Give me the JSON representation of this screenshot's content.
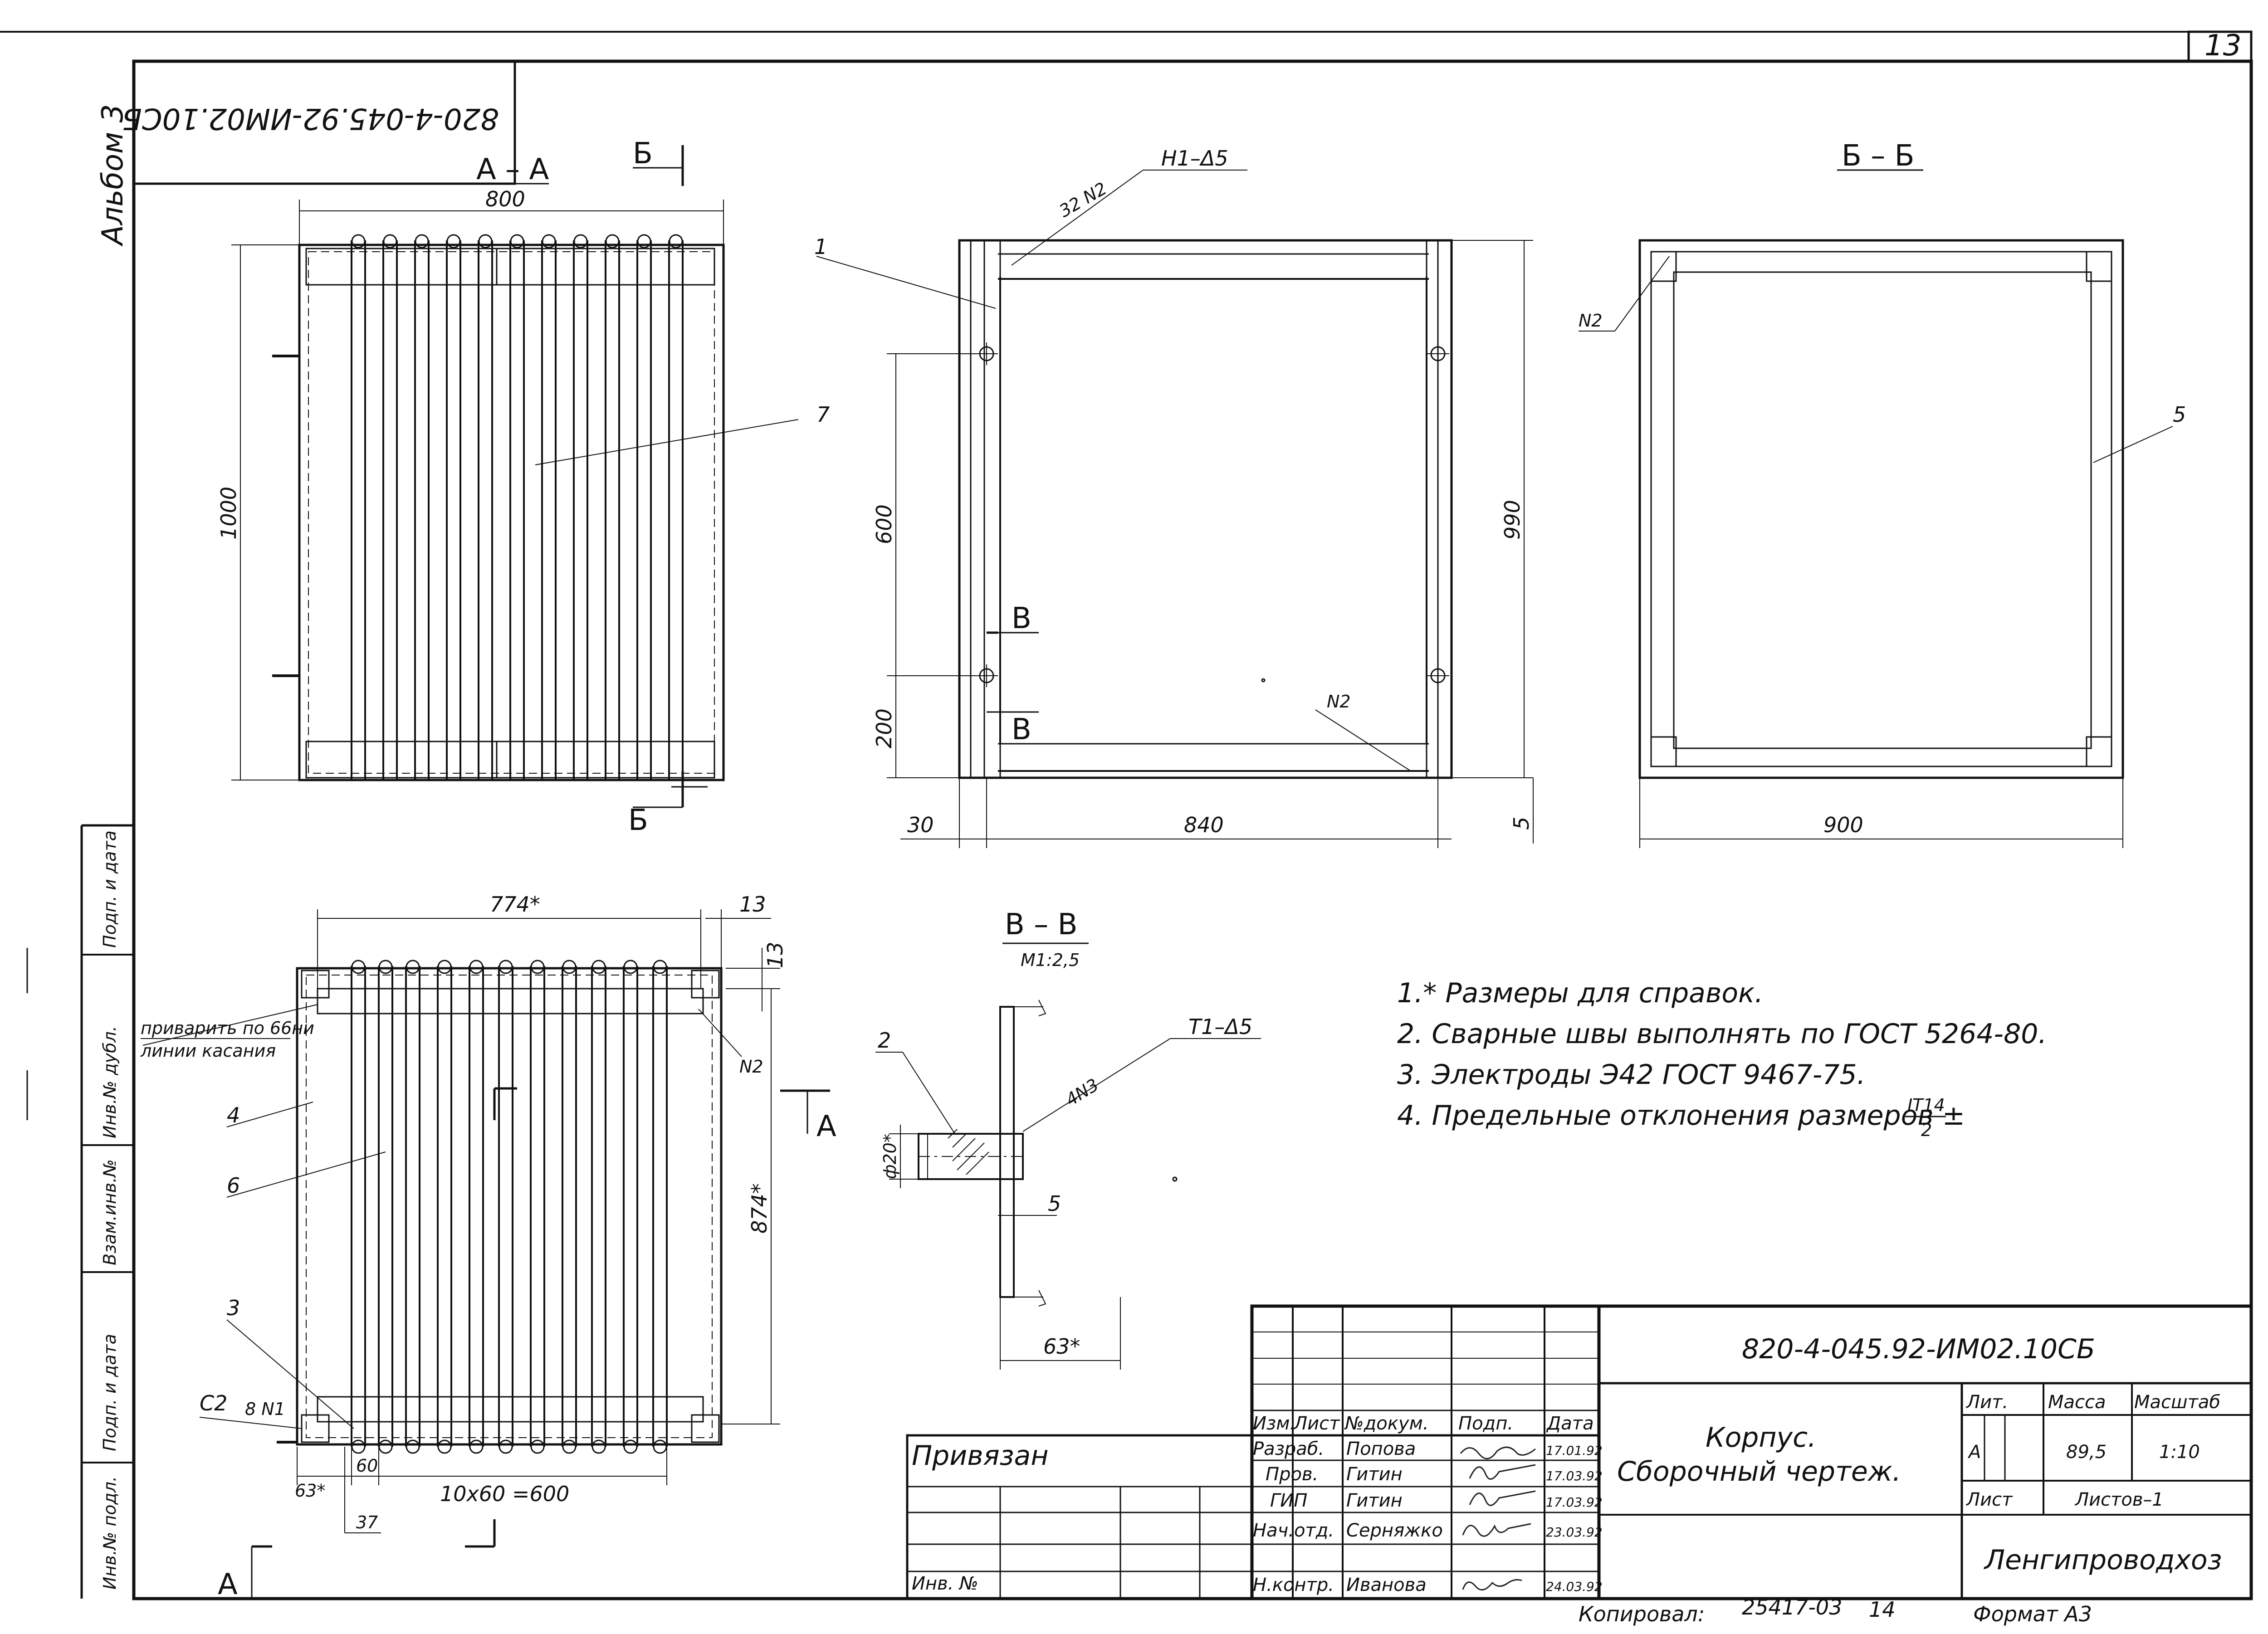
{
  "sheet": {
    "page_number": "13",
    "album": "Альбом 3",
    "stamp_code_rotated": "820-4-045.92-ИМ02.10СБ"
  },
  "side_stamp": [
    "Инв.№ подл.",
    "Подп. и дата",
    "Взам.инв.№",
    "Инв.№ дубл.",
    "Подп. и дата"
  ],
  "views": {
    "aa": {
      "title": "А – А",
      "cut_mark": "Б",
      "dim_width": "800",
      "dim_height": "1000",
      "leader_7": "7"
    },
    "front": {
      "leader_1": "1",
      "weld_top_left": "32 N2",
      "weld_top_right": "Н1–Δ5",
      "weld_bottom": "N2",
      "dim_600": "600",
      "dim_200": "200",
      "dim_990": "990",
      "dim_30": "30",
      "dim_840": "840",
      "dim_5": "5",
      "section_mark": "В"
    },
    "bb": {
      "title": "Б – Б",
      "weld": "N2",
      "leader_5": "5",
      "dim_900": "900"
    },
    "plan": {
      "dim_774": "774*",
      "dim_13a": "13",
      "dim_13b": "13",
      "weld_note_1": "приварить по 66ни",
      "weld_note_2": "линии касания",
      "weld_right": "N2",
      "leader_4": "4",
      "leader_6": "6",
      "leader_3": "3",
      "weld_c2": "С2",
      "weld_8n1": "8 N1",
      "dim_874": "874*",
      "dim_63": "63*",
      "dim_60": "60",
      "dim_600": "10x60 =600",
      "dim_37": "37",
      "section_mark": "А"
    },
    "vv": {
      "title": "В – В",
      "scale": "М1:2,5",
      "leader_2": "2",
      "weld_t1": "Т1–Δ5",
      "weld_4n3": "4N3",
      "dim_dia": "ф20*",
      "dim_5": "5",
      "dim_63": "63*"
    }
  },
  "notes": [
    "1.* Размеры для справок.",
    "2. Сварные швы выполнять по ГОСТ 5264-80.",
    "3. Электроды Э42 ГОСТ 9467-75.",
    "4. Предельные отклонения размеров ±",
    "IT14",
    "2"
  ],
  "title_block": {
    "code": "820-4-045.92-ИМ02.10СБ",
    "name_line1": "Корпус.",
    "name_line2": "Сборочный чертеж.",
    "col_headers": [
      "Изм.",
      "Лист",
      "№докум.",
      "Подп.",
      "Дата"
    ],
    "rows": [
      {
        "role": "Разраб.",
        "name": "Попова",
        "date": "17.01.92"
      },
      {
        "role": "Пров.",
        "name": "Гитин",
        "date": "17.03.92"
      },
      {
        "role": "ГИП",
        "name": "Гитин",
        "date": "17.03.92"
      },
      {
        "role": "Нач.отд.",
        "name": "Серняжко",
        "date": "23.03.92"
      },
      {
        "role": "Н.контр.",
        "name": "Иванова",
        "date": "24.03.92"
      }
    ],
    "lit_label": "Лит.",
    "lit_value": "А",
    "mass_label": "Масса",
    "mass_value": "89,5",
    "scale_label": "Масштаб",
    "scale_value": "1:10",
    "sheet_label": "Лист",
    "sheets_label": "Листов–1",
    "organization": "Ленгипроводхоз",
    "privyazan": "Привязан",
    "inv_no": "Инв. №"
  },
  "footer": {
    "copied": "Копировал:",
    "copied_number": "25417-03",
    "copied_sheet": "14",
    "format": "Формат А3"
  }
}
